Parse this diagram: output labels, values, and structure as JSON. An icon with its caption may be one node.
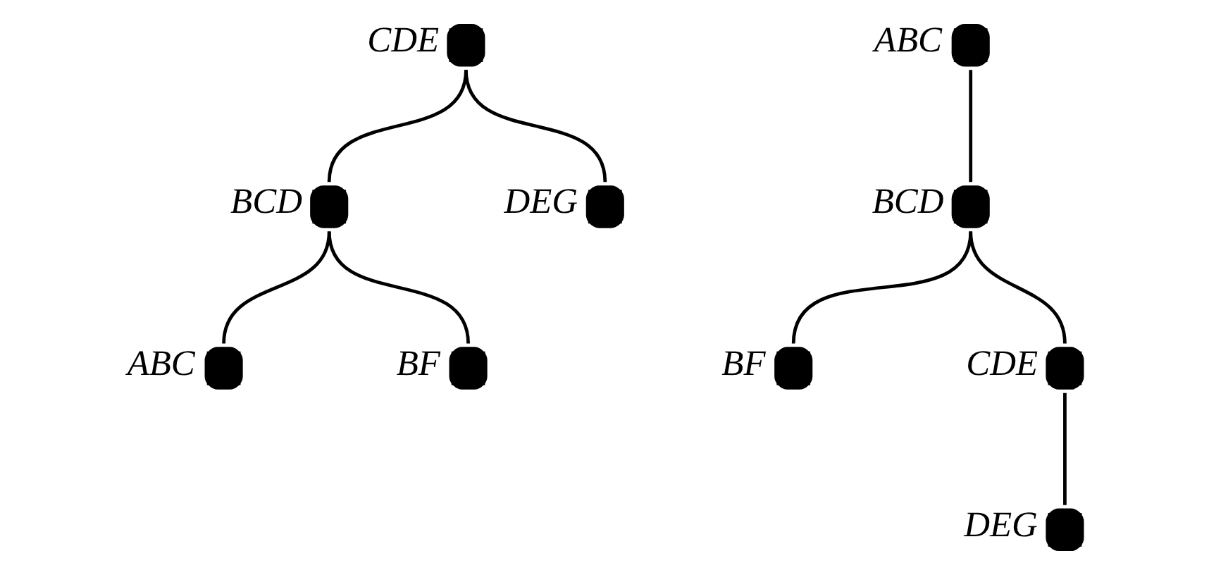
{
  "diagram": {
    "nodes": [
      {
        "text": [
          "CDE"
        ]
      },
      {
        "text": [
          "BCD"
        ]
      },
      {
        "text": [
          "DEG"
        ]
      },
      {
        "text": [
          "ABC"
        ]
      },
      {
        "text": [
          "BF"
        ]
      },
      {
        "text": [
          "ABC"
        ]
      },
      {
        "text": [
          "BCD"
        ]
      },
      {
        "text": [
          "BF"
        ]
      },
      {
        "text": [
          "CDE"
        ]
      },
      {
        "text": [
          "DEG"
        ]
      }
    ],
    "edges": [
      {
        "from": 0,
        "to": 1,
        "arrow": "none"
      },
      {
        "from": 0,
        "to": 2,
        "arrow": "none"
      },
      {
        "from": 1,
        "to": 3,
        "arrow": "none"
      },
      {
        "from": 1,
        "to": 4,
        "arrow": "none"
      },
      {
        "from": 5,
        "to": 6,
        "arrow": "none"
      },
      {
        "from": 6,
        "to": 7,
        "arrow": "none"
      },
      {
        "from": 6,
        "to": 8,
        "arrow": "none"
      },
      {
        "from": 8,
        "to": 9,
        "arrow": "none"
      }
    ]
  }
}
